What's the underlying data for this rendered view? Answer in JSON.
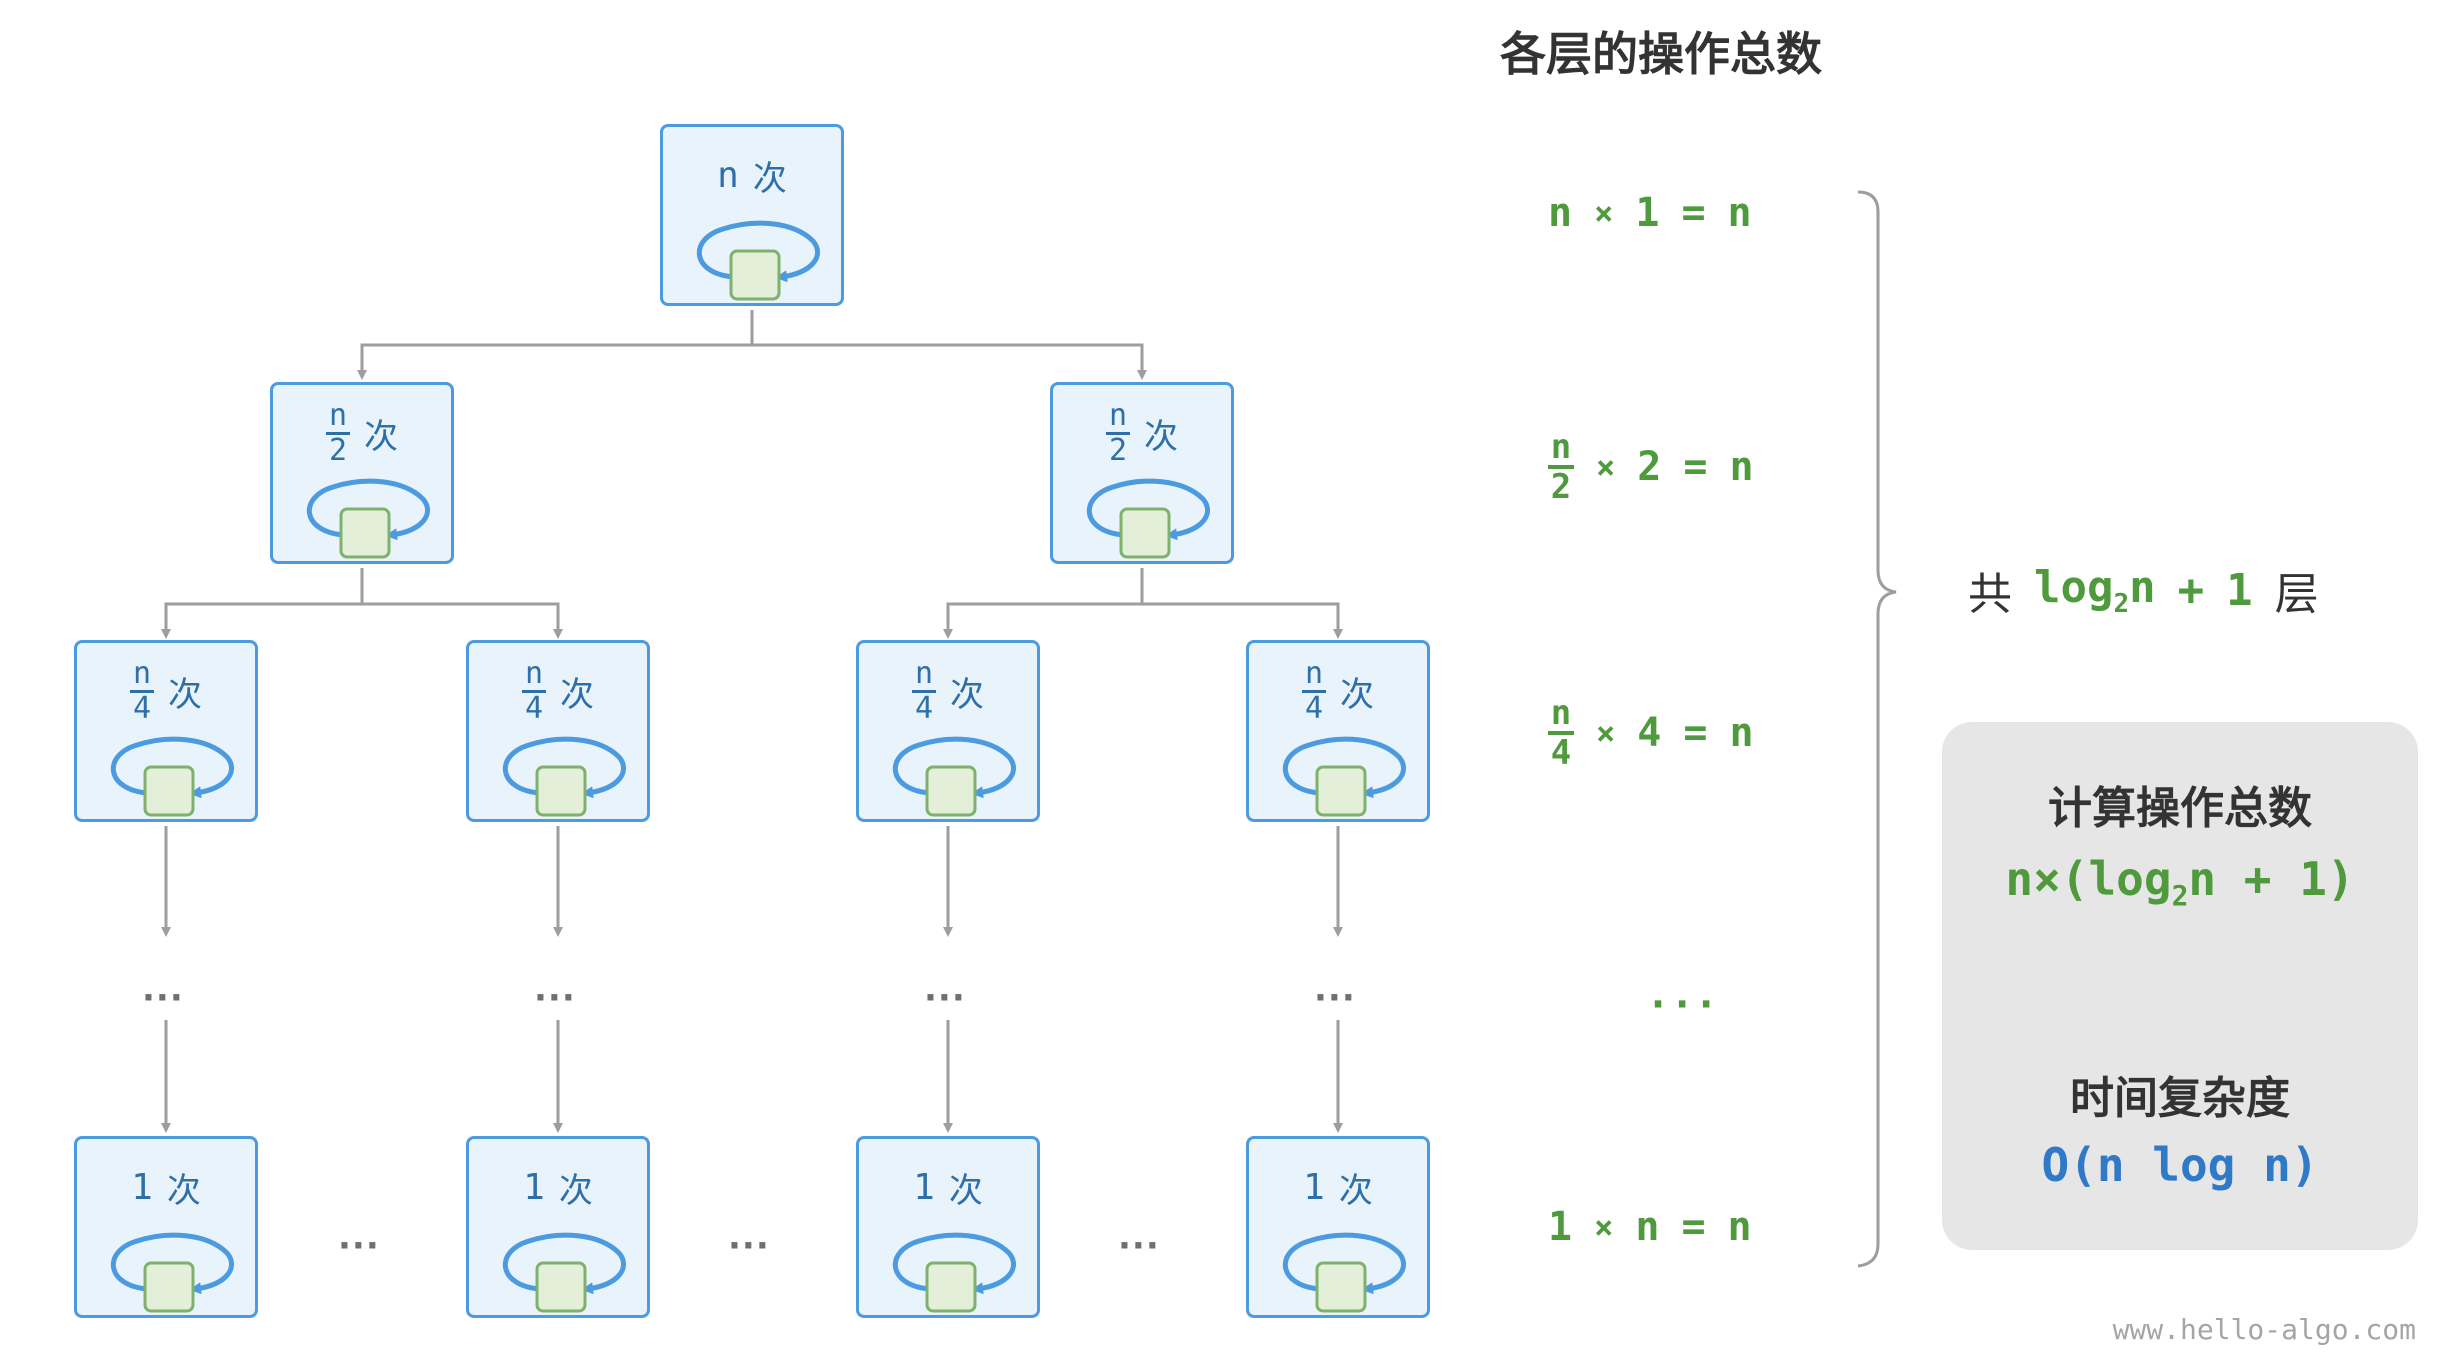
{
  "title": "各层的操作总数",
  "node_labels": {
    "level0": {
      "n": "n",
      "ci": "次"
    },
    "level1": {
      "num": "n",
      "den": "2",
      "ci": "次"
    },
    "level2": {
      "num": "n",
      "den": "4",
      "ci": "次"
    },
    "leaf": {
      "n": "1",
      "ci": "次"
    }
  },
  "ellipsis": "···",
  "equations": {
    "row0": {
      "a": "n",
      "op": "×",
      "b": "1",
      "eq": "=",
      "r": "n"
    },
    "row1": {
      "num": "n",
      "den": "2",
      "op": "×",
      "b": "2",
      "eq": "=",
      "r": "n"
    },
    "row2": {
      "num": "n",
      "den": "4",
      "op": "×",
      "b": "4",
      "eq": "=",
      "r": "n"
    },
    "row_dots": "···",
    "row3": {
      "a": "1",
      "op": "×",
      "b": "n",
      "eq": "=",
      "r": "n"
    }
  },
  "layers": {
    "prefix": "共",
    "log": "log",
    "base": "2",
    "arg": "n",
    "plus": "+",
    "one": "1",
    "suffix": "层"
  },
  "panel": {
    "title1": "计算操作总数",
    "expr1": {
      "a": "n×(log",
      "base": "2",
      "b": "n + 1)"
    },
    "title2": "时间复杂度",
    "expr2": "O(n log n)"
  },
  "watermark": "www.hello-algo.com",
  "colors": {
    "node_border": "#4c9be0",
    "node_fill": "#e9f3fb",
    "loop": "#4c9be0",
    "inner_fill": "#e3efd9",
    "inner_stroke": "#7eb26c",
    "green": "#4e9a3c",
    "blue_text": "#2f79c6",
    "connector": "#9e9e9e"
  }
}
